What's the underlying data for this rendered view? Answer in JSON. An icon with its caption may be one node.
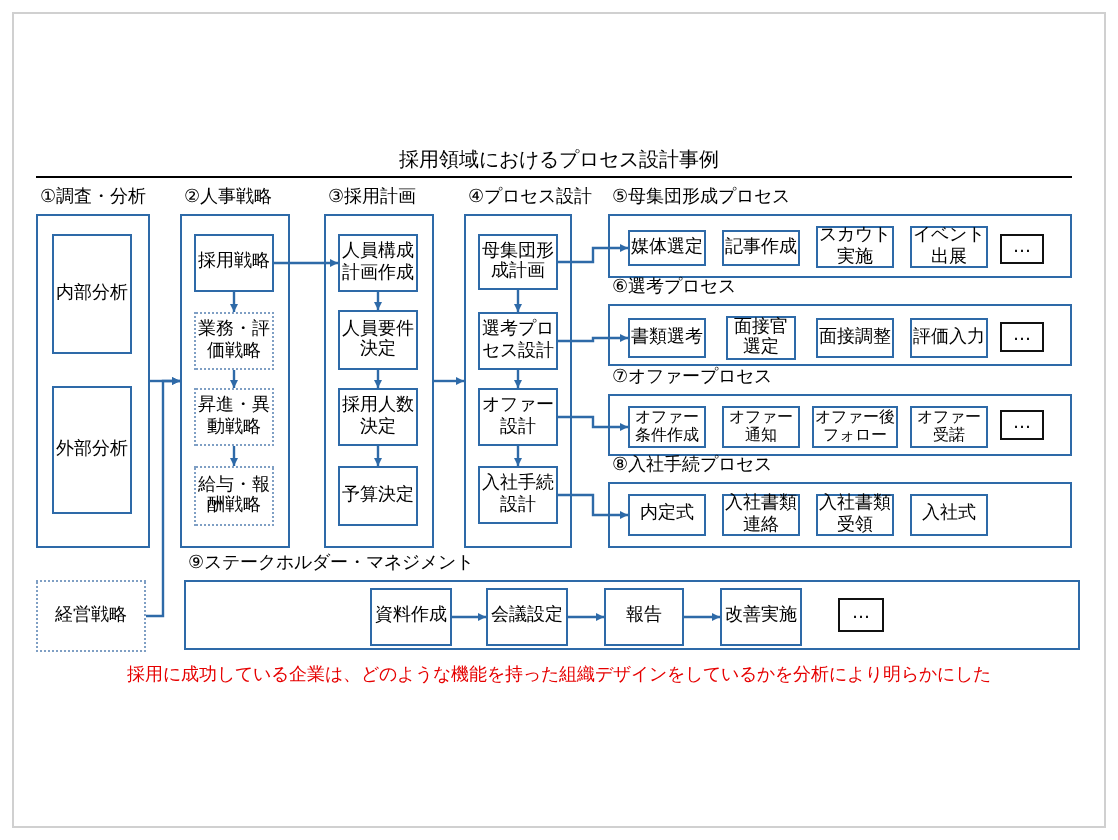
{
  "diagram": {
    "title": "採用領域におけるプロセス設計事例",
    "caption": "採用に成功している企業は、どのような機能を持った組織デザインをしているかを分析により明らかにした",
    "nodes": [
      {
        "text": [
          "①調査・分析"
        ]
      },
      {
        "text": [
          "内部分析"
        ],
        "in": 0
      },
      {
        "text": [
          "外部分析"
        ],
        "in": 0
      },
      {
        "text": [
          "②人事戦略"
        ]
      },
      {
        "text": [
          "採用戦略"
        ],
        "in": 3
      },
      {
        "text": [
          "業務・評価戦略"
        ],
        "in": 3
      },
      {
        "text": [
          "昇進・異動戦略"
        ],
        "in": 3
      },
      {
        "text": [
          "給与・報酬戦略"
        ],
        "in": 3
      },
      {
        "text": [
          "③採用計画"
        ]
      },
      {
        "text": [
          "人員構成計画作成"
        ],
        "in": 8
      },
      {
        "text": [
          "人員要件決定"
        ],
        "in": 8
      },
      {
        "text": [
          "採用人数決定"
        ],
        "in": 8
      },
      {
        "text": [
          "予算決定"
        ],
        "in": 8
      },
      {
        "text": [
          "④プロセス設計"
        ]
      },
      {
        "text": [
          "母集団形成計画"
        ],
        "in": 13
      },
      {
        "text": [
          "選考プロセス設計"
        ],
        "in": 13
      },
      {
        "text": [
          "オファー設計"
        ],
        "in": 13
      },
      {
        "text": [
          "入社手続設計"
        ],
        "in": 13
      },
      {
        "text": [
          "⑤母集団形成プロセス"
        ]
      },
      {
        "text": [
          "媒体選定"
        ],
        "in": 18
      },
      {
        "text": [
          "記事作成"
        ],
        "in": 18
      },
      {
        "text": [
          "スカウト実施"
        ],
        "in": 18
      },
      {
        "text": [
          "イベント出展"
        ],
        "in": 18
      },
      {
        "text": [
          "…"
        ],
        "in": 18
      },
      {
        "text": [
          "⑥選考プロセス"
        ]
      },
      {
        "text": [
          "書類選考"
        ],
        "in": 24
      },
      {
        "text": [
          "面接官選定"
        ],
        "in": 24
      },
      {
        "text": [
          "面接調整"
        ],
        "in": 24
      },
      {
        "text": [
          "評価入力"
        ],
        "in": 24
      },
      {
        "text": [
          "…"
        ],
        "in": 24
      },
      {
        "text": [
          "⑦オファープロセス"
        ]
      },
      {
        "text": [
          "オファー条件作成"
        ],
        "in": 30
      },
      {
        "text": [
          "オファー通知"
        ],
        "in": 30
      },
      {
        "text": [
          "オファー後フォロー"
        ],
        "in": 30
      },
      {
        "text": [
          "オファー受諾"
        ],
        "in": 30
      },
      {
        "text": [
          "…"
        ],
        "in": 30
      },
      {
        "text": [
          "⑧入社手続プロセス"
        ]
      },
      {
        "text": [
          "内定式"
        ],
        "in": 36
      },
      {
        "text": [
          "入社書類連絡"
        ],
        "in": 36
      },
      {
        "text": [
          "入社書類受領"
        ],
        "in": 36
      },
      {
        "text": [
          "入社式"
        ],
        "in": 36
      },
      {
        "text": [
          "経営戦略"
        ]
      },
      {
        "text": [
          "⑨ステークホルダー・マネジメント"
        ]
      },
      {
        "text": [
          "資料作成"
        ],
        "in": 42
      },
      {
        "text": [
          "会議設定"
        ],
        "in": 42
      },
      {
        "text": [
          "報告"
        ],
        "in": 42
      },
      {
        "text": [
          "改善実施"
        ],
        "in": 42
      },
      {
        "text": [
          "…"
        ],
        "in": 42
      }
    ],
    "edges": [
      {
        "from": 0,
        "to": 3,
        "arrow": "to"
      },
      {
        "from": 41,
        "to": 3,
        "arrow": "to"
      },
      {
        "from": 4,
        "to": 5,
        "arrow": "to"
      },
      {
        "from": 5,
        "to": 6,
        "arrow": "to"
      },
      {
        "from": 6,
        "to": 7,
        "arrow": "to"
      },
      {
        "from": 4,
        "to": 9,
        "arrow": "to"
      },
      {
        "from": 9,
        "to": 10,
        "arrow": "to"
      },
      {
        "from": 10,
        "to": 11,
        "arrow": "to"
      },
      {
        "from": 11,
        "to": 12,
        "arrow": "to"
      },
      {
        "from": 8,
        "to": 13,
        "arrow": "to"
      },
      {
        "from": 14,
        "to": 15,
        "arrow": "to"
      },
      {
        "from": 15,
        "to": 16,
        "arrow": "to"
      },
      {
        "from": 16,
        "to": 17,
        "arrow": "to"
      },
      {
        "from": 14,
        "to": 19,
        "arrow": "to"
      },
      {
        "from": 15,
        "to": 25,
        "arrow": "to"
      },
      {
        "from": 16,
        "to": 31,
        "arrow": "to"
      },
      {
        "from": 17,
        "to": 37,
        "arrow": "to"
      },
      {
        "from": 43,
        "to": 44,
        "arrow": "to"
      },
      {
        "from": 44,
        "to": 45,
        "arrow": "to"
      },
      {
        "from": 45,
        "to": 46,
        "arrow": "to"
      }
    ]
  }
}
